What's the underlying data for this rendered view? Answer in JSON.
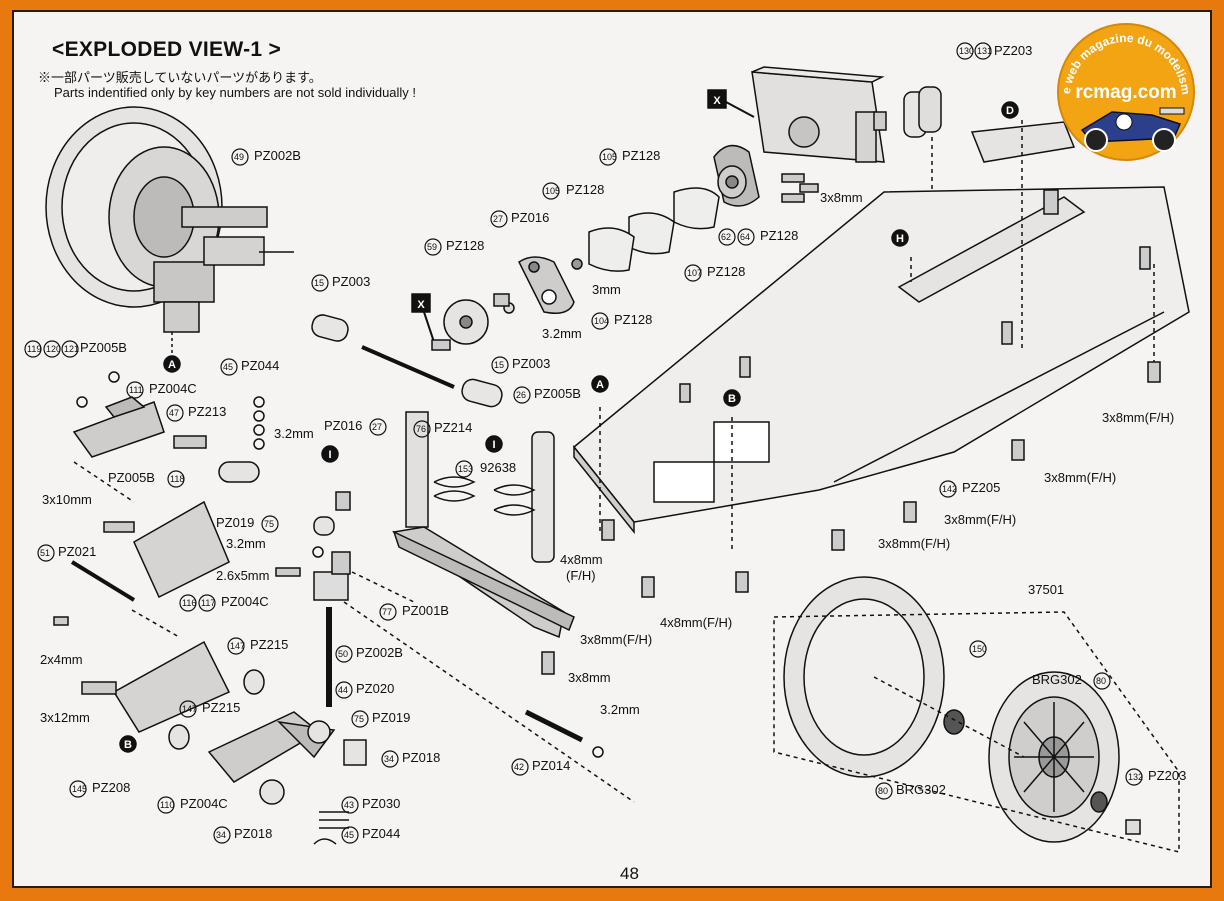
{
  "header": {
    "title": "<EXPLODED VIEW-1 >",
    "note_ja": "※一部パーツ販売していないパーツがあります。",
    "note_en": "Parts indentified only by key numbers are not sold individually !"
  },
  "watermark": {
    "text_arc": "Le web magazine du modelisme",
    "brand": "rcmag.com"
  },
  "page_number": "48",
  "markers": {
    "A": "A",
    "B": "B",
    "D": "D",
    "H": "H",
    "I": "I",
    "X": "X"
  },
  "labels": {
    "l130": "PZ203",
    "n130": "130",
    "n131": "131",
    "l49": "PZ002B",
    "n49": "49",
    "l105a": "PZ128",
    "n105a": "105",
    "l105b": "PZ128",
    "n105b": "105",
    "l27a": "PZ016",
    "n27a": "27",
    "l59": "PZ128",
    "n59": "59",
    "l62": "PZ128",
    "n62": "62",
    "n64": "64",
    "l107": "PZ128",
    "n107": "107",
    "l104": "PZ128",
    "n104": "104",
    "l15a": "PZ003",
    "n15a": "15",
    "l15b": "PZ003",
    "n15b": "15",
    "l119": "PZ005B",
    "n119": "119",
    "n120": "120",
    "n121": "121",
    "l45a": "PZ044",
    "n45a": "45",
    "l111": "PZ004C",
    "n111": "111",
    "l47a": "PZ213",
    "n47a": "47",
    "l118": "PZ005B",
    "n118": "118",
    "l76": "PZ214",
    "n76": "76",
    "l26": "PZ005B",
    "n26": "26",
    "l27b": "PZ016",
    "n27b": "27",
    "l153": "92638",
    "n153": "153",
    "l75a": "PZ019",
    "n75a": "75",
    "l51": "PZ021",
    "n51": "51",
    "l116": "PZ004C",
    "n116": "116",
    "n117": "117",
    "l77": "PZ001B",
    "n77": "77",
    "l147a": "PZ215",
    "n147a": "147",
    "l50": "PZ002B",
    "n50": "50",
    "l44": "PZ020",
    "n44": "44",
    "l147b": "PZ215",
    "n147b": "147",
    "l75b": "PZ019",
    "n75b": "75",
    "l34a": "PZ018",
    "n34a": "34",
    "l145": "PZ208",
    "n145": "145",
    "l110": "PZ004C",
    "n110": "110",
    "l43": "PZ030",
    "n43": "43",
    "l34b": "PZ018",
    "n34b": "34",
    "l45b": "PZ044",
    "n45b": "45",
    "l42": "PZ014",
    "n42": "42",
    "l142": "PZ205",
    "n142": "142",
    "l150": "150",
    "l80a": "BRG302",
    "n80a": "80",
    "l80b": "BRG302",
    "n80b": "80",
    "l132": "PZ203",
    "n132": "132",
    "part37501": "37501"
  },
  "sizes": {
    "s3x8_a": "3x8mm",
    "s3mm": "3mm",
    "s32a": "3.2mm",
    "s32b": "3.2mm",
    "s32c": "3.2mm",
    "s32d": "3.2mm",
    "s3x10": "3x10mm",
    "s26x5": "2.6x5mm",
    "s2x4": "2x4mm",
    "s3x12": "3x12mm",
    "s4x8a": "4x8mm",
    "s4x8a2": "(F/H)",
    "s3x8fh1": "3x8mm(F/H)",
    "s4x8fh": "4x8mm(F/H)",
    "s3x8b": "3x8mm",
    "s3x8fh2": "3x8mm(F/H)",
    "s3x8fh3": "3x8mm(F/H)",
    "s3x8fh4": "3x8mm(F/H)",
    "s3x8fh5": "3x8mm(F/H)"
  },
  "colors": {
    "frame": "#e8790e",
    "paper": "#f6f4f3",
    "ink": "#111111",
    "logo_fill": "#f2a413",
    "logo_text": "#ffffff"
  }
}
